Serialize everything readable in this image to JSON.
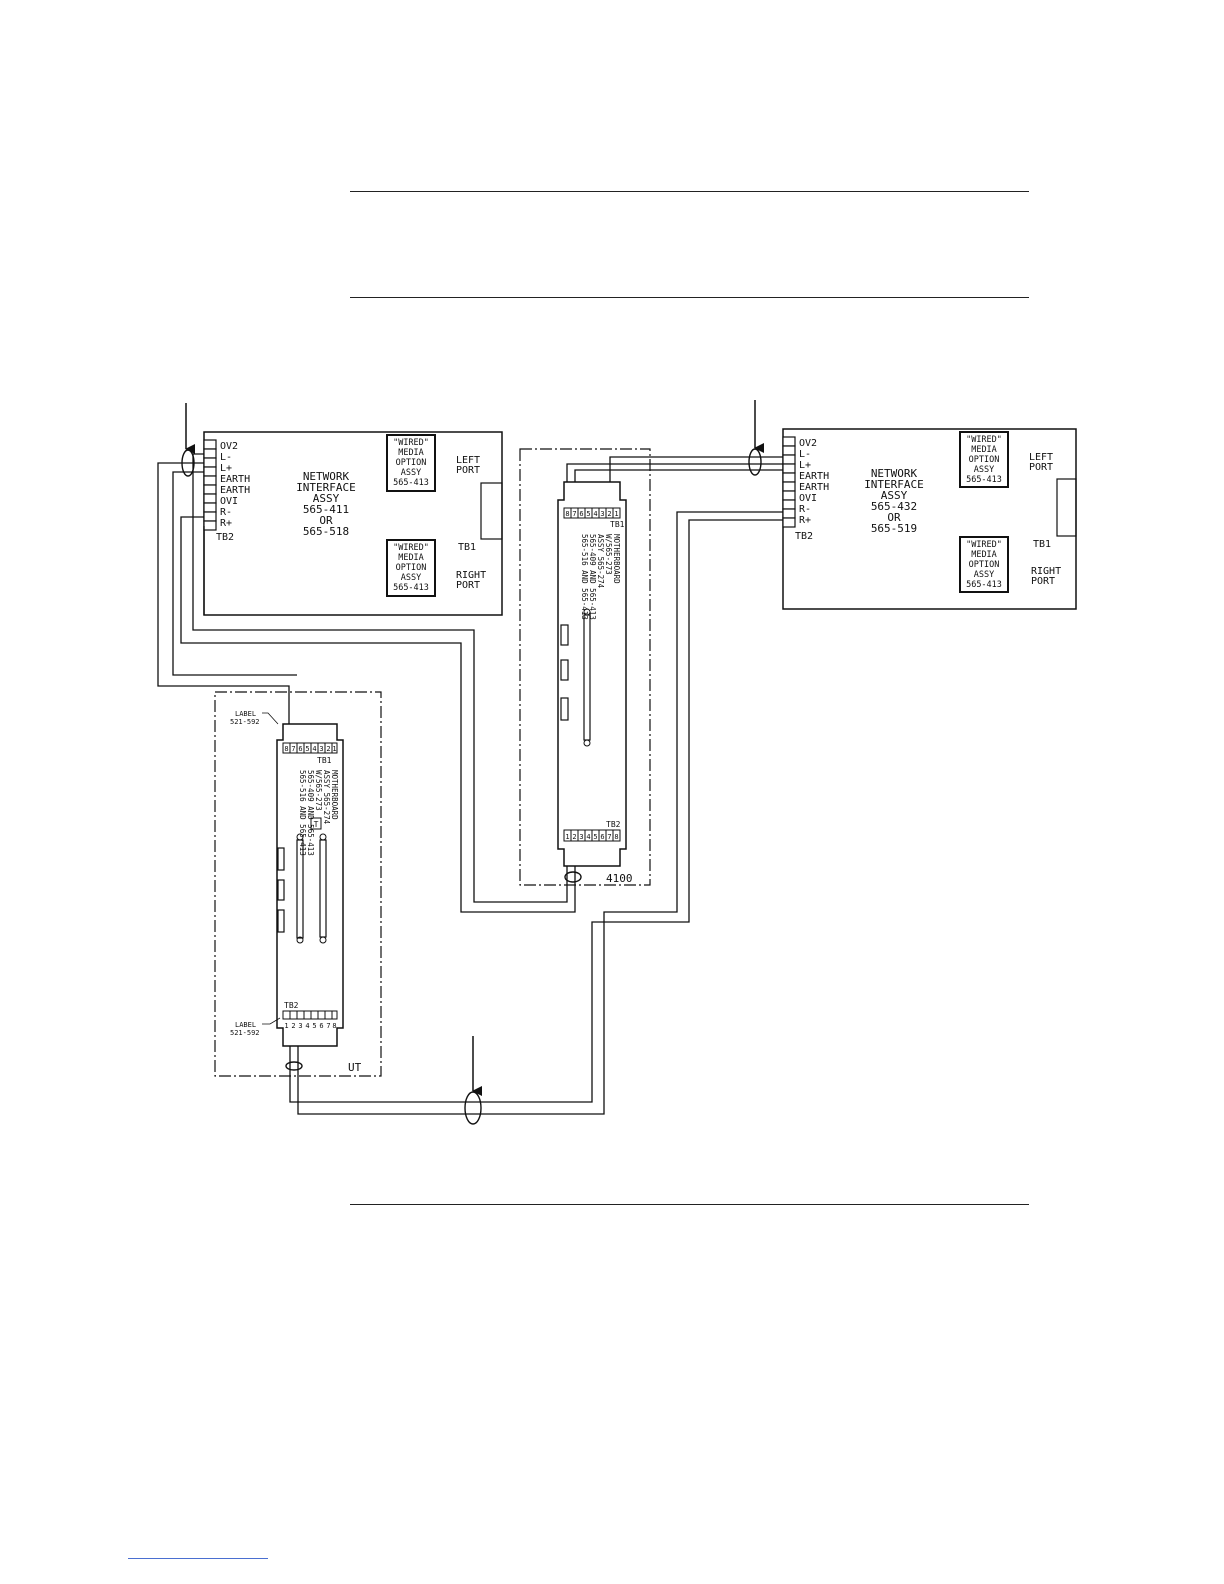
{
  "left_nia": {
    "terminals": [
      "OV2",
      "L-",
      "L+",
      "EARTH",
      "EARTH",
      "OVI",
      "R-",
      "R+"
    ],
    "tb2": "TB2",
    "title": [
      "NETWORK",
      "INTERFACE",
      "ASSY",
      "565-411",
      "OR",
      "565-518"
    ],
    "module_top": [
      "\"WIRED\"",
      "MEDIA",
      "OPTION",
      "ASSY",
      "565-413"
    ],
    "module_bottom": [
      "\"WIRED\"",
      "MEDIA",
      "OPTION",
      "ASSY",
      "565-413"
    ],
    "left_port": [
      "LEFT",
      "PORT"
    ],
    "tb1": "TB1",
    "right_port": [
      "RIGHT",
      "PORT"
    ]
  },
  "right_nia": {
    "terminals": [
      "OV2",
      "L-",
      "L+",
      "EARTH",
      "EARTH",
      "OVI",
      "R-",
      "R+"
    ],
    "tb2": "TB2",
    "title": [
      "NETWORK",
      "INTERFACE",
      "ASSY",
      "565-432",
      "OR",
      "565-519"
    ],
    "module_top": [
      "\"WIRED\"",
      "MEDIA",
      "OPTION",
      "ASSY",
      "565-413"
    ],
    "module_bottom": [
      "\"WIRED\"",
      "MEDIA",
      "OPTION",
      "ASSY",
      "565-413"
    ],
    "left_port": [
      "LEFT",
      "PORT"
    ],
    "tb1": "TB1",
    "right_port": [
      "RIGHT",
      "PORT"
    ]
  },
  "panel_4100": {
    "label": "4100",
    "tb1": "TB1",
    "tb1_numbers": [
      "8",
      "7",
      "6",
      "5",
      "4",
      "3",
      "2",
      "1"
    ],
    "tb2": "TB2",
    "tb2_numbers": [
      "1",
      "2",
      "3",
      "4",
      "5",
      "6",
      "7",
      "8"
    ],
    "board_text": [
      "MOTHERBOARD",
      "W/565-273",
      "ASSY 565-274",
      "565-409 AND 565-413",
      "565-516 AND 565-413"
    ]
  },
  "panel_ut": {
    "label": "UT",
    "label_top": [
      "LABEL",
      "521-592"
    ],
    "label_bottom": [
      "LABEL",
      "521-592"
    ],
    "tb1": "TB1",
    "tb1_numbers": [
      "8",
      "7",
      "6",
      "5",
      "4",
      "3",
      "2",
      "1"
    ],
    "tb2": "TB2",
    "tb2_numbers": [
      "1",
      "2",
      "3",
      "4",
      "5",
      "6",
      "7",
      "8"
    ],
    "board_text": [
      "MOTHERBOARD",
      "ASSY 565-274",
      "W/565-273",
      "565-409 AND 565-413",
      "565-516 AND 565-413"
    ],
    "t_box": "T"
  }
}
